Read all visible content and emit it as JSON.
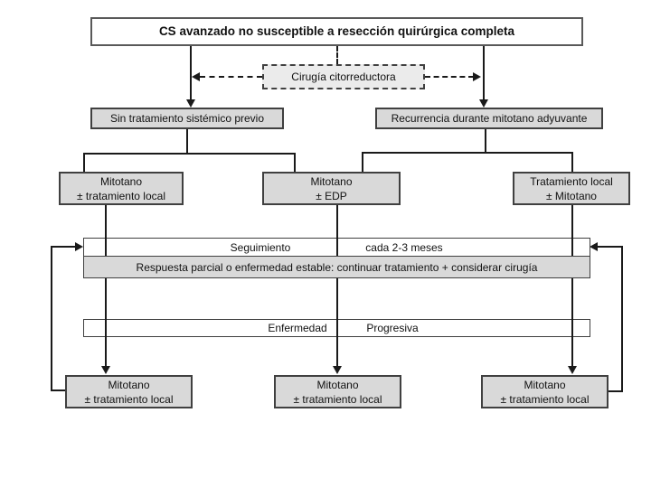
{
  "colors": {
    "box_gray": "#d9d9d9",
    "dashed_gray": "#ebebeb",
    "border_dark": "#404040",
    "border_gray": "#595959",
    "line": "#1a1a1a",
    "text": "#111111",
    "bg": "#ffffff"
  },
  "nodes": {
    "root": {
      "label": "CS avanzado no susceptible a resección quirúrgica completa"
    },
    "cytoreduction": {
      "label": "Cirugía citorreductora"
    },
    "no_prior_treatment": {
      "label": "Sin tratamiento sistémico previo"
    },
    "recurrence": {
      "label": "Recurrencia durante mitotano adyuvante"
    },
    "mitotane_local": {
      "line1": "Mitotano",
      "line2": "± tratamiento local"
    },
    "mitotane_edp": {
      "line1": "Mitotano",
      "line2": "± EDP"
    },
    "local_mitotane": {
      "line1": "Tratamiento local",
      "line2": "± Mitotano"
    },
    "followup": {
      "left": "Seguimiento",
      "right": "cada 2-3 meses"
    },
    "partial_response": {
      "label": "Respuesta parcial o enfermedad estable: continuar tratamiento + considerar cirugía"
    },
    "progressive_disease": {
      "left": "Enfermedad",
      "right": "Progresiva"
    },
    "bottom_left": {
      "line1": "Mitotano",
      "line2": "± tratamiento local"
    },
    "bottom_middle": {
      "line1": "Mitotano",
      "line2": "± tratamiento local"
    },
    "bottom_right": {
      "line1": "Mitotano",
      "line2": "± tratamiento local"
    }
  }
}
